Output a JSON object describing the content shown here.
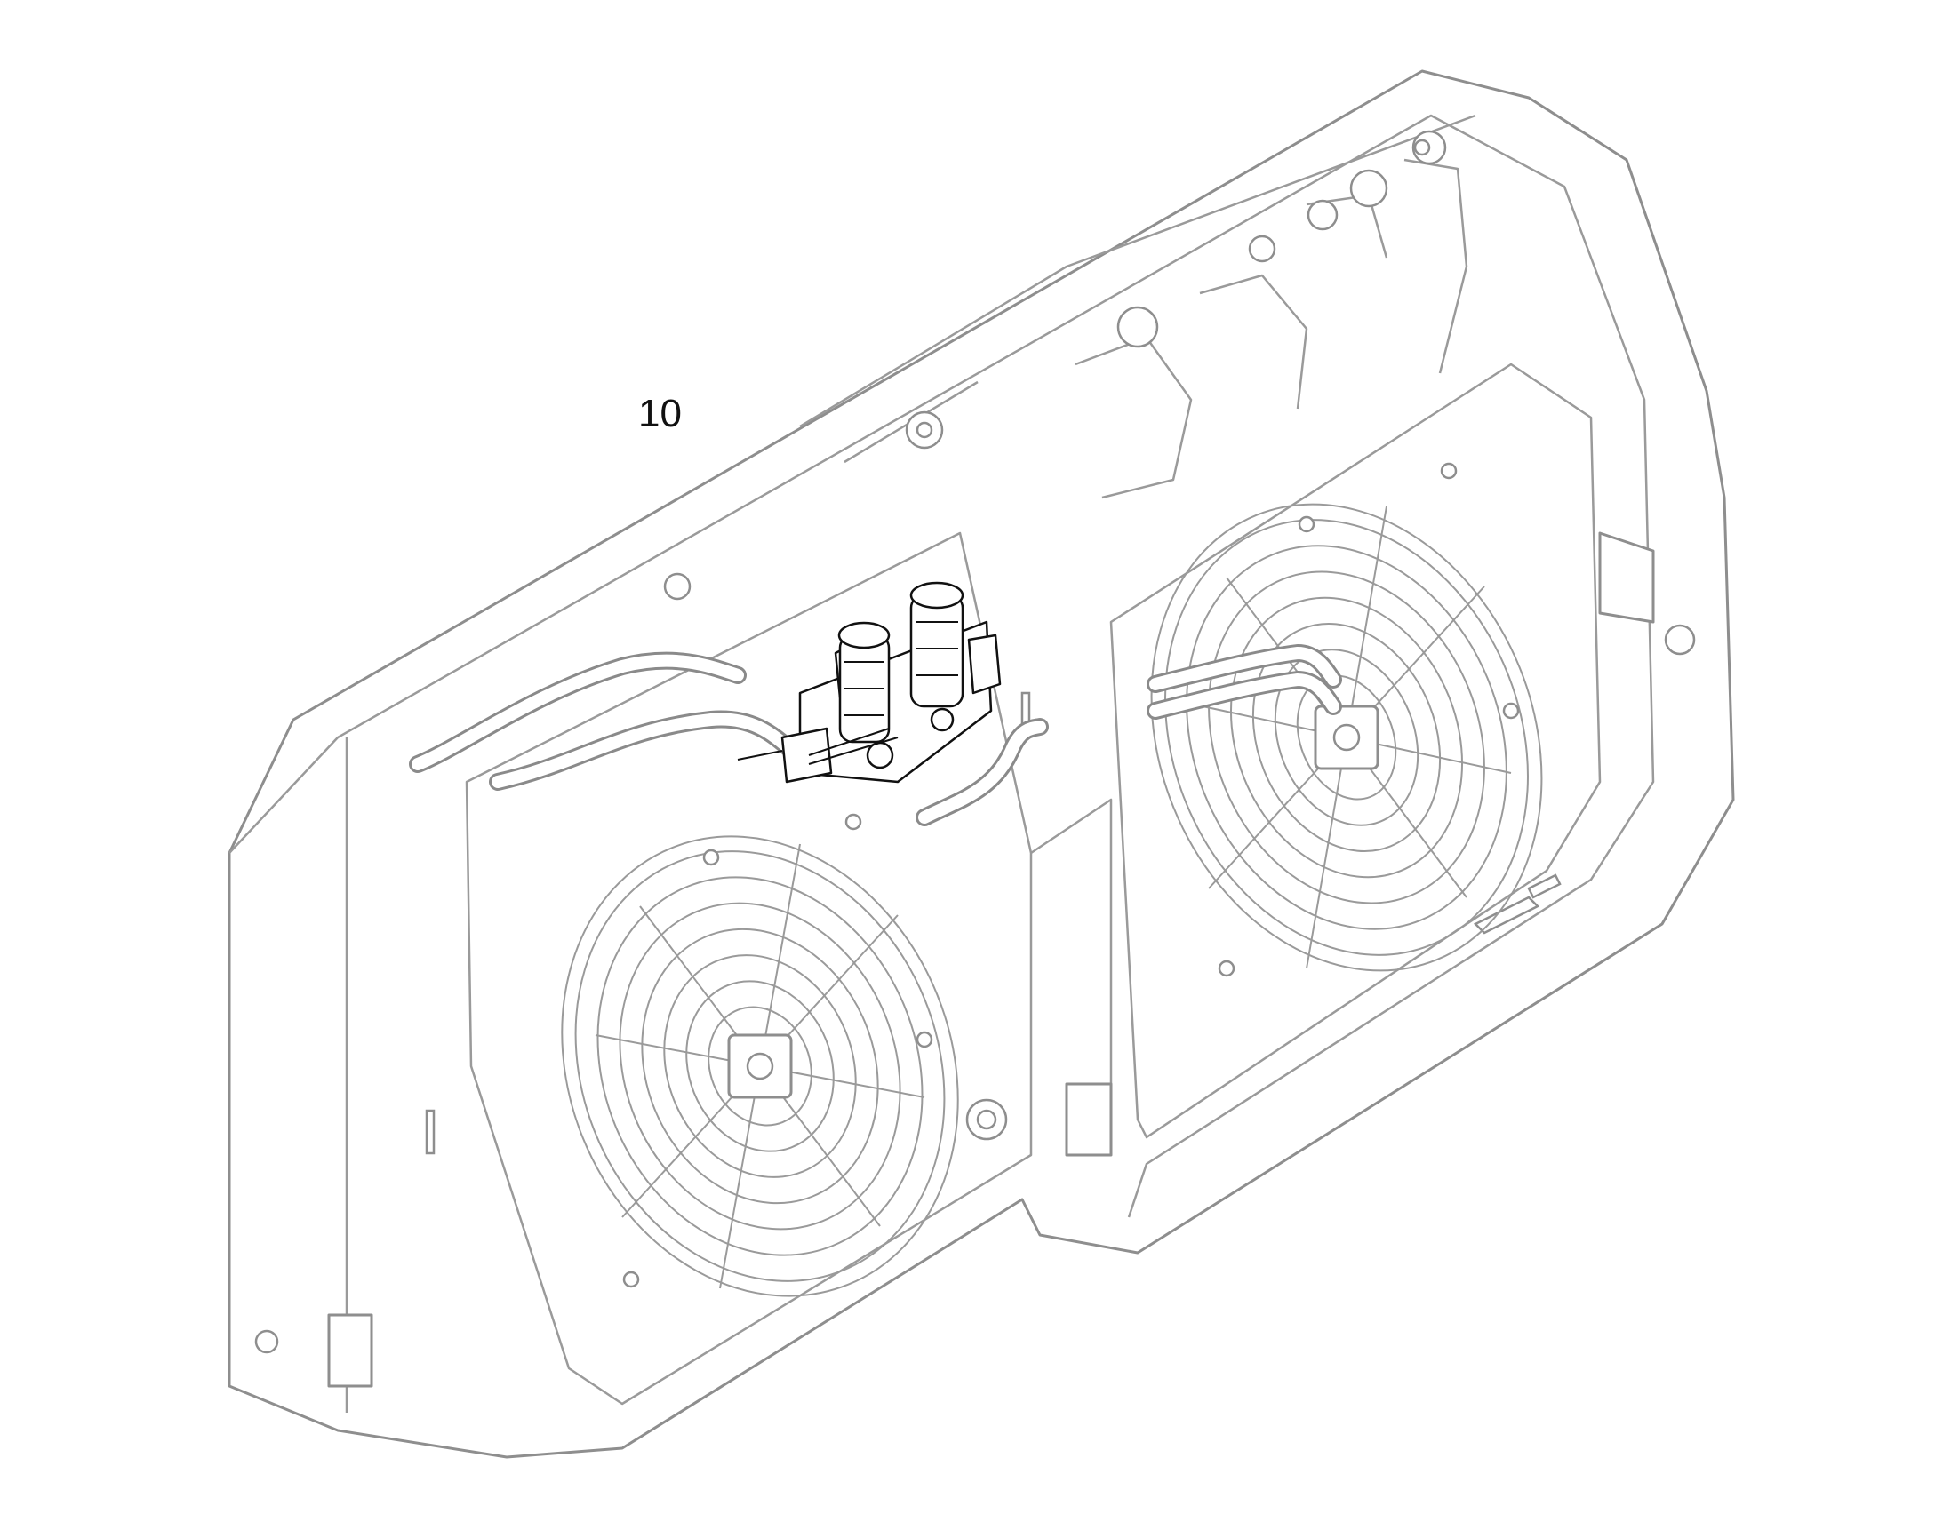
{
  "callout": {
    "label": "10"
  },
  "colors": {
    "background": "#ffffff",
    "frame_stroke": "#8e8e8e",
    "highlight_stroke": "#111111"
  },
  "icons": [
    "cooling-frame",
    "left-fan-guard",
    "right-fan-guard",
    "hydraulic-valve-block",
    "hydraulic-hoses"
  ]
}
